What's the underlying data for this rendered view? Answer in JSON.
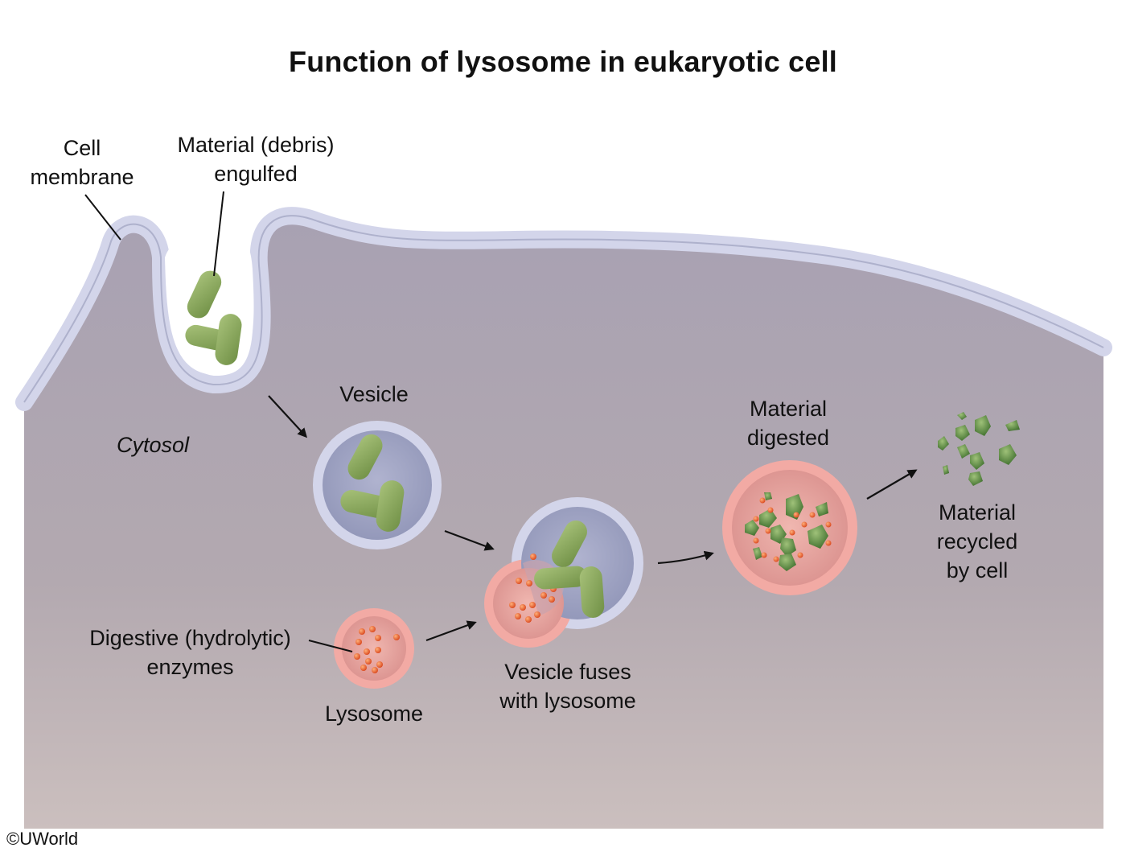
{
  "title": "Function of lysosome in eukaryotic cell",
  "labels": {
    "cell_membrane": [
      "Cell",
      "membrane"
    ],
    "material_engulfed": [
      "Material (debris)",
      "engulfed"
    ],
    "cytosol": "Cytosol",
    "vesicle": "Vesicle",
    "material_digested": [
      "Material",
      "digested"
    ],
    "material_recycled": [
      "Material",
      "recycled",
      "by cell"
    ],
    "digestive_enzymes": [
      "Digestive (hydrolytic)",
      "enzymes"
    ],
    "lysosome": "Lysosome",
    "vesicle_fuses": [
      "Vesicle fuses",
      "with lysosome"
    ]
  },
  "copyright": "©UWorld",
  "colors": {
    "cytosol": "#b7aeb6",
    "membrane": "#c9cce2",
    "vesicle_interior": "#a4a8c6",
    "lysosome_ring": "#f2aaa4",
    "lysosome_interior": "#e7a3a0",
    "debris_green": "#86a35a",
    "enzyme_orange": "#e4612c",
    "arrow": "#111111"
  }
}
